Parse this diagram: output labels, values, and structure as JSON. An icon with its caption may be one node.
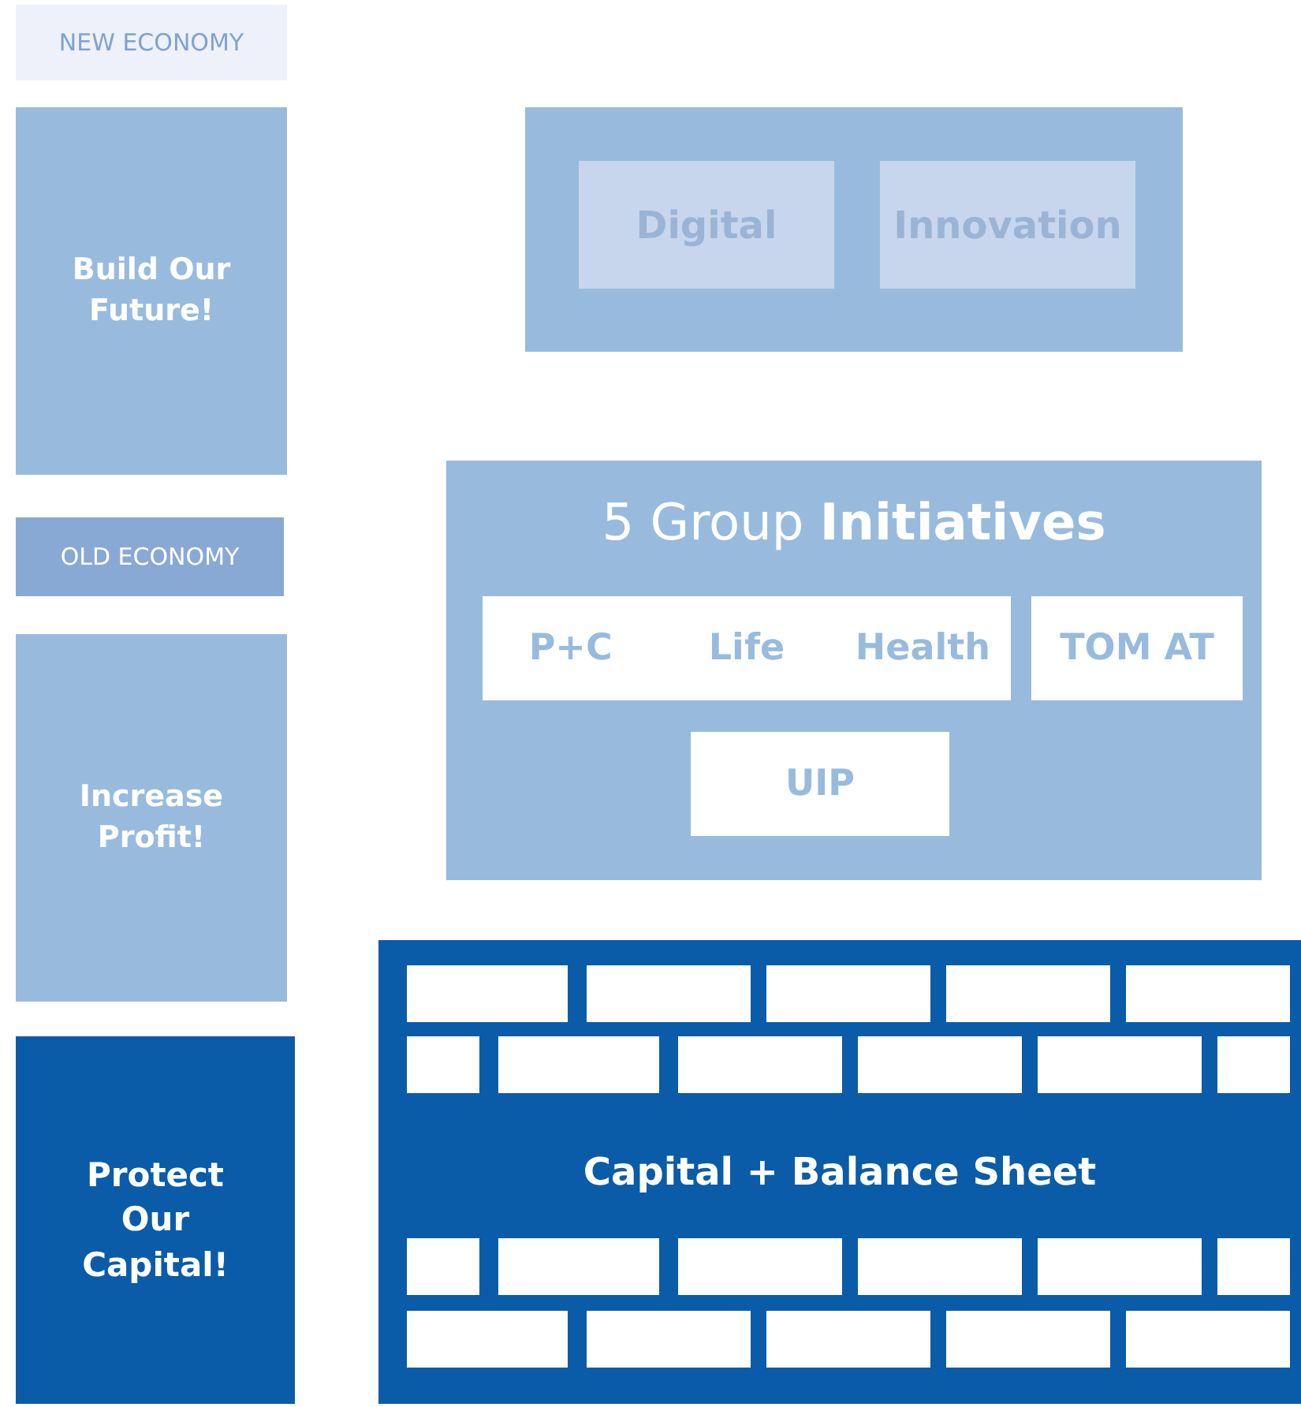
{
  "diagram": {
    "nodes": [
      {
        "text": [
          "NEW ECONOMY"
        ]
      },
      {
        "text": [
          "Build Our Future!"
        ]
      },
      {
        "text": [
          "OLD ECONOMY"
        ]
      },
      {
        "text": [
          "Increase Profit!"
        ]
      },
      {
        "text": [
          "Protect Our Capital!"
        ]
      },
      {
        "text": [],
        "shape": "box"
      },
      {
        "text": [
          "Digital"
        ],
        "in": 5
      },
      {
        "text": [
          "Innovation"
        ],
        "in": 5
      },
      {
        "text": [
          "5 Group **Initiatives**"
        ]
      },
      {
        "text": [
          "P+C",
          "Life",
          "Health"
        ],
        "in": 8
      },
      {
        "text": [
          "TOM AT"
        ],
        "in": 8
      },
      {
        "text": [
          "UIP"
        ],
        "in": 8
      },
      {
        "text": [
          "Capital + Balance Sheet"
        ]
      }
    ],
    "edges": []
  }
}
